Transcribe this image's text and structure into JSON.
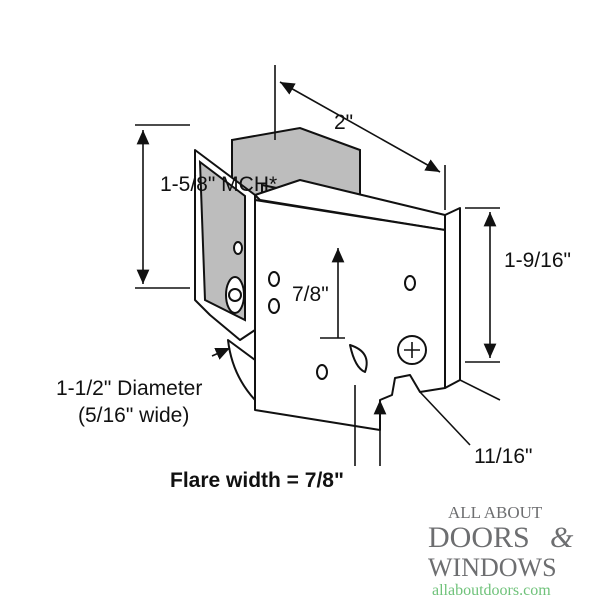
{
  "dimensions": {
    "width": "2\"",
    "mch": "1-5/8\" MCH*",
    "height": "1-9/16\"",
    "inner": "7/8\"",
    "diameter": "1-1/2\" Diameter",
    "wheel_width": "(5/16\" wide)",
    "depth": "11/16\"",
    "flare": "Flare width = 7/8\""
  },
  "logo": {
    "line1": "ALL ABOUT",
    "line2": "DOORS",
    "ampersand": "&",
    "line3": "WINDOWS",
    "url": "allaboutdoors.com",
    "colors": {
      "text": "#6d6e70",
      "url": "#6fc27a"
    }
  }
}
